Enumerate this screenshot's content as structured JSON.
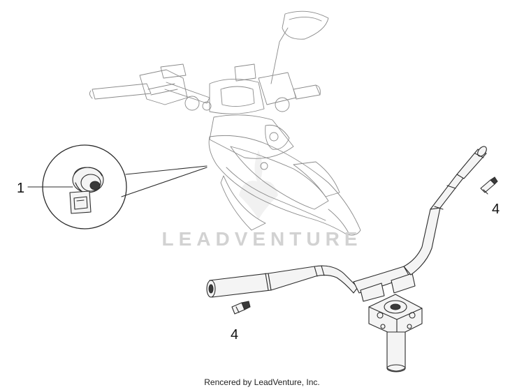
{
  "callouts": {
    "label_1": "1",
    "label_4a": "4",
    "label_4b": "4"
  },
  "watermark": {
    "text": "LEADVENTURE"
  },
  "footer": {
    "text": "Rencered by LeadVenture, Inc."
  }
}
